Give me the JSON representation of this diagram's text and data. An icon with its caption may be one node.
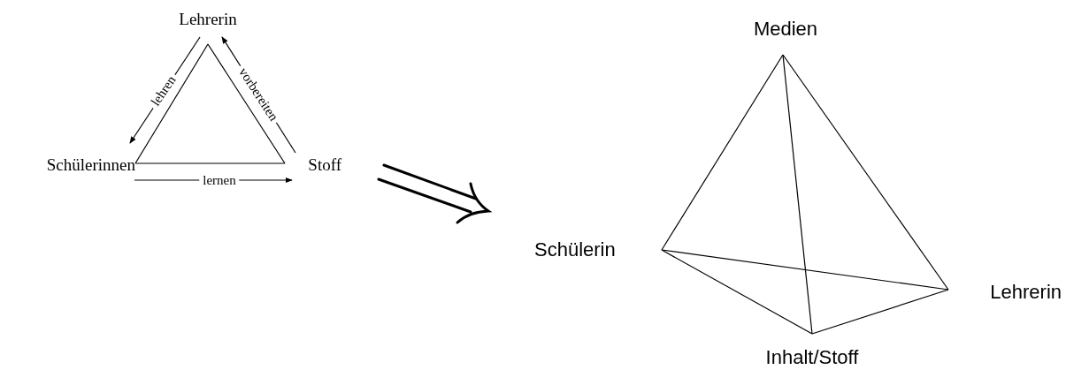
{
  "diagram": {
    "nodes": [
      {
        "text": [
          "Lehrerin"
        ]
      },
      {
        "text": [
          "Schülerinnen"
        ]
      },
      {
        "text": [
          "Stoff"
        ]
      },
      {
        "text": [
          "Medien"
        ]
      },
      {
        "text": [
          "Schülerin"
        ]
      },
      {
        "text": [
          "Lehrerin"
        ]
      },
      {
        "text": [
          "Inhalt/Stoff"
        ]
      }
    ],
    "edges": [
      {
        "from": 0,
        "to": 1,
        "arrow": "to",
        "label": "lehren"
      },
      {
        "from": 2,
        "to": 0,
        "arrow": "to",
        "label": "vorbereiten"
      },
      {
        "from": 1,
        "to": 2,
        "arrow": "to",
        "label": "lernen"
      },
      {
        "from": 0,
        "to": 1,
        "arrow": "none"
      },
      {
        "from": 1,
        "to": 2,
        "arrow": "none"
      },
      {
        "from": 2,
        "to": 0,
        "arrow": "none"
      },
      {
        "from": 3,
        "to": 4,
        "arrow": "none"
      },
      {
        "from": 3,
        "to": 5,
        "arrow": "none"
      },
      {
        "from": 3,
        "to": 6,
        "arrow": "none"
      },
      {
        "from": 4,
        "to": 5,
        "arrow": "none"
      },
      {
        "from": 4,
        "to": 6,
        "arrow": "none"
      },
      {
        "from": 6,
        "to": 5,
        "arrow": "none"
      }
    ]
  }
}
